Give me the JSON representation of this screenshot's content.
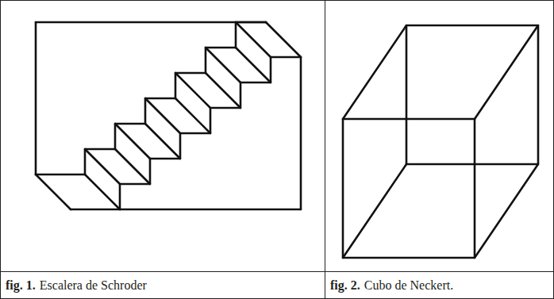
{
  "diagram": {
    "nodes": [
      {
        "text": [
          "fig. 1.",
          "Escalera de Schroder"
        ]
      },
      {
        "text": [
          "fig. 2.",
          "Cubo de Neckert."
        ]
      }
    ]
  }
}
